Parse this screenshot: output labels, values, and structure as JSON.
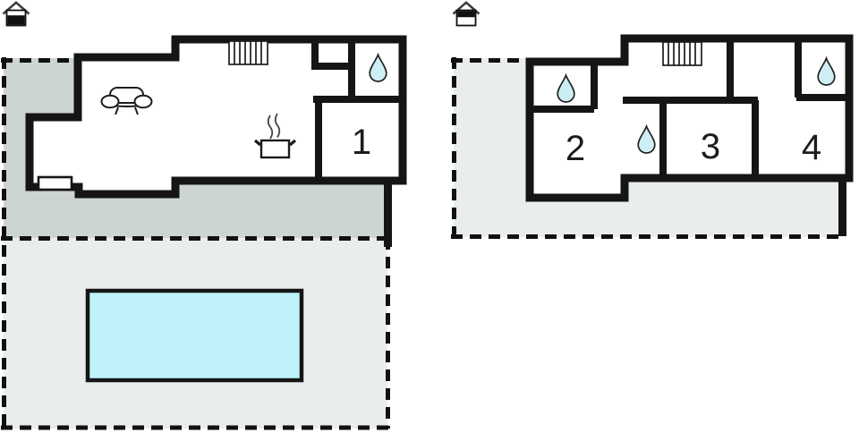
{
  "page": {
    "type": "holiday-home floor plan diagram",
    "plan_count": 2
  },
  "plans": [
    {
      "name": "lower-floor-plan",
      "floor_indicator_icon": "house-lower-floor-icon",
      "rooms": [
        {
          "label": "1"
        }
      ],
      "icons": [
        "stairs-icon",
        "sofa-icon",
        "cooking-pot-icon",
        "water-drop-icon",
        "window"
      ],
      "areas": [
        "shaded-terrace",
        "pool-area",
        "pool"
      ]
    },
    {
      "name": "upper-floor-plan",
      "floor_indicator_icon": "house-upper-floor-icon",
      "rooms": [
        {
          "label": "2"
        },
        {
          "label": "3"
        },
        {
          "label": "4"
        }
      ],
      "icons": [
        "stairs-icon",
        "water-drop-icon",
        "water-drop-icon",
        "water-drop-icon"
      ],
      "areas": [
        "terrace"
      ]
    }
  ],
  "colors": {
    "wall": "#151515",
    "terrace_shaded": "#ccd4d4",
    "terrace_light": "#e9edec",
    "pool_water": "#bff3f9",
    "water_drop": "#cdeef5",
    "background": "#ffffff"
  }
}
